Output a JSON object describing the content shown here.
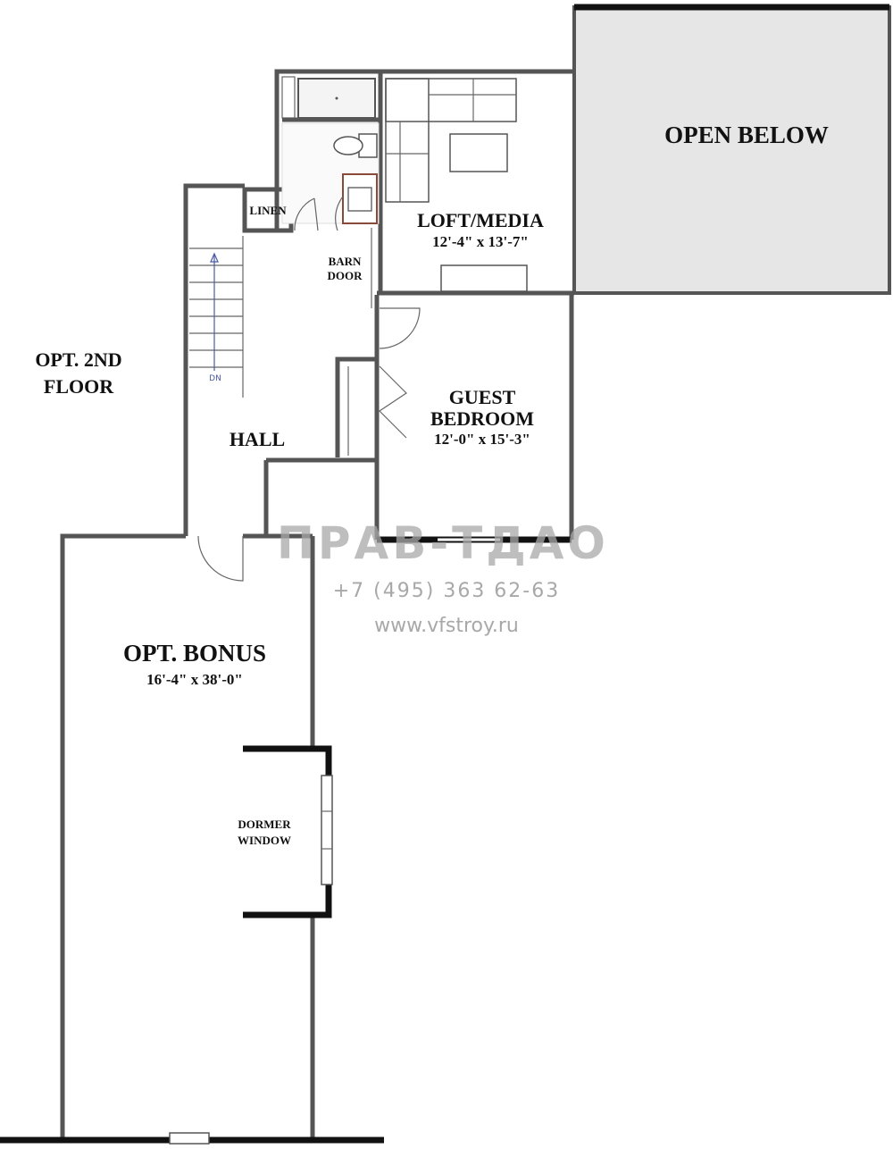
{
  "plan": {
    "open_below": "OPEN BELOW",
    "loft_name": "LOFT/MEDIA",
    "loft_dim": "12'-4\" x 13'-7\"",
    "linen": "LINEN",
    "barn_door_1": "BARN",
    "barn_door_2": "DOOR",
    "opt_2nd_1": "OPT. 2ND",
    "opt_2nd_2": "FLOOR",
    "stair_dn": "DN",
    "guest_1": "GUEST",
    "guest_2": "BEDROOM",
    "guest_dim": "12'-0\" x 15'-3\"",
    "hall": "HALL",
    "bonus_name": "OPT. BONUS",
    "bonus_dim": "16'-4\" x 38'-0\"",
    "dormer_1": "DORMER",
    "dormer_2": "WINDOW"
  },
  "watermark": {
    "logo": "ПРАВ-ТДАО",
    "phone": "+7 (495) 363 62-63",
    "site": "www.vfstroy.ru"
  },
  "colors": {
    "open_below_fill": "#e6e6e6",
    "wall": "#555555",
    "watermark": "#a8a8a8"
  }
}
